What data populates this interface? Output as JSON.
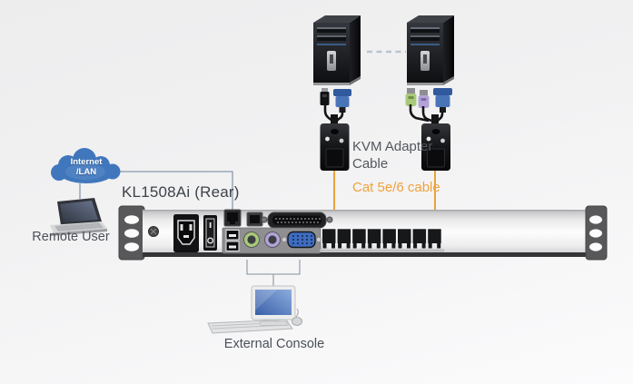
{
  "cloud": {
    "line1": "Internet",
    "line2": "/LAN"
  },
  "labels": {
    "device_name": "KL1508Ai (Rear)",
    "remote_user": "Remote User",
    "external_console": "External Console",
    "kvm_adapter_line1": "KVM Adapter",
    "kvm_adapter_line2": "Cable",
    "cat_cable": "Cat 5e/6 cable"
  },
  "colors": {
    "cloud_blue": "#4077bc",
    "cat_cable_orange": "#e9a23b",
    "cat_label_orange": "#f0a23c",
    "label_gray": "#4b5058",
    "connector_line_gray": "#8a99ab",
    "vga_blue": "#4470b8",
    "ps2_green": "#a9c979",
    "ps2_purple": "#b3a3d6",
    "device_bracket_gray": "#58585a"
  },
  "device": {
    "rj45_port_count": 8,
    "server_count": 2
  },
  "icons": [
    "internet-lan-cloud",
    "remote-user-laptop",
    "server-tower",
    "usb-connector",
    "vga-connector",
    "ps2-keyboard-connector",
    "ps2-mouse-connector",
    "kvm-adapter-cable",
    "cat5-cable",
    "power-inlet",
    "power-switch",
    "lan-port",
    "db25-port",
    "usb-port",
    "rj45-port",
    "external-console-computer"
  ]
}
